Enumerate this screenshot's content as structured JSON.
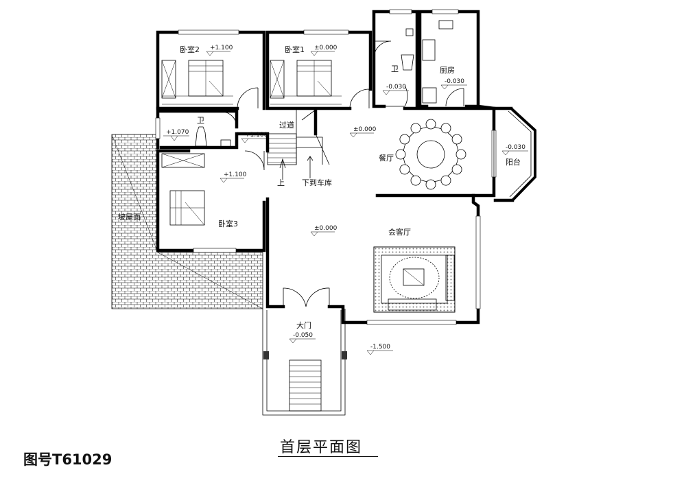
{
  "rooms": {
    "bedroom2": "卧室2",
    "bedroom1": "卧室1",
    "bedroom3": "卧室3",
    "bath_upper": "卫",
    "bath_lower": "卫",
    "kitchen": "厨房",
    "corridor": "过道",
    "dining": "餐厅",
    "balcony": "阳台",
    "living": "会客厅",
    "entrance": "大门",
    "roof_slope": "坡屋面",
    "stair_up": "上",
    "to_garage": "下到车库"
  },
  "levels": {
    "bedroom2": "+1.100",
    "bedroom1": "±0.000",
    "bath_upper": "-0.030",
    "kitchen": "-0.030",
    "bath_lower": "+1.070",
    "corridor": "+1.100",
    "dining": "±0.000",
    "balcony": "-0.030",
    "bedroom3": "+1.100",
    "hall": "±0.000",
    "entrance": "-0.050",
    "outside": "-1.500"
  },
  "title": "首层平面图",
  "drawing_number": "图号T61029"
}
